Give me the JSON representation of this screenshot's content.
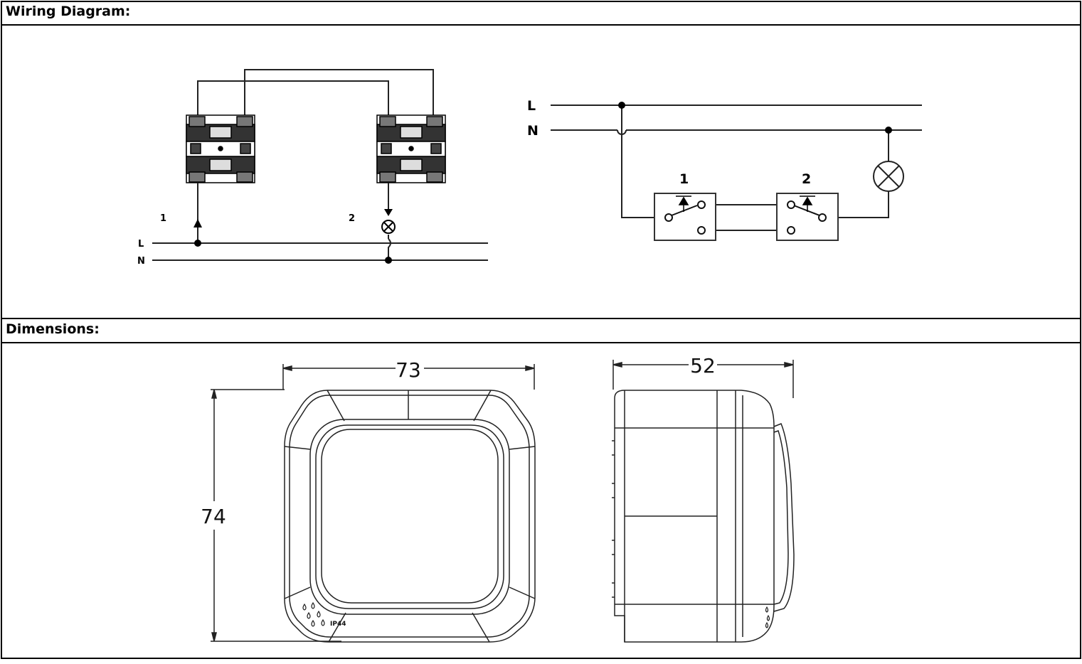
{
  "sections": {
    "wiring_title": "Wiring Diagram:",
    "dimensions_title": "Dimensions:"
  },
  "wiring_physical": {
    "switch_1_label": "1",
    "switch_2_label": "2",
    "line_label": "L",
    "neutral_label": "N"
  },
  "wiring_schematic": {
    "line_label": "L",
    "neutral_label": "N",
    "switch_1_label": "1",
    "switch_2_label": "2"
  },
  "dimensions": {
    "width": "73",
    "height": "74",
    "depth": "52",
    "ip_rating": "IP44"
  }
}
